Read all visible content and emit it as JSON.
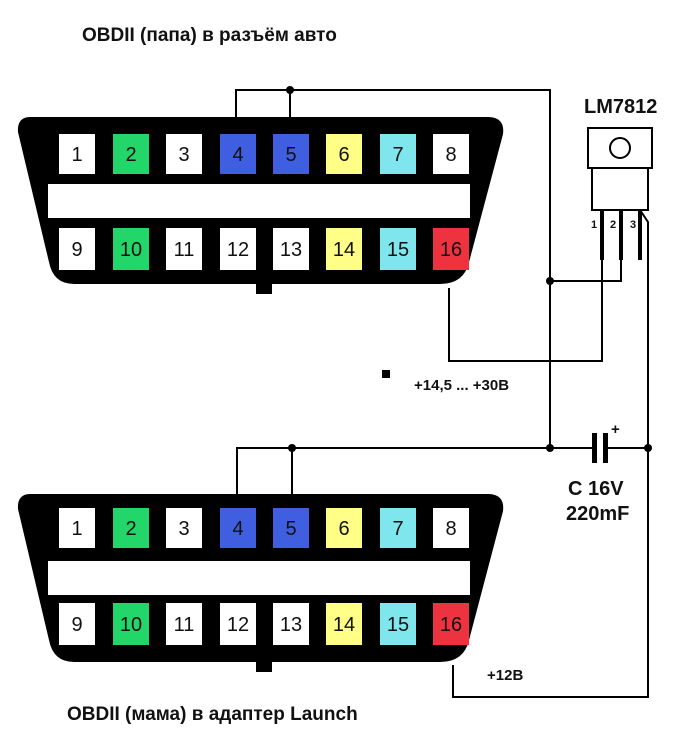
{
  "titles": {
    "top": "OBDII (папа) в разъём авто",
    "bottom": "OBDII (мама) в адаптер Launch"
  },
  "regulator": {
    "name": "LM7812",
    "pins": [
      "1",
      "2",
      "3"
    ]
  },
  "capacitor": {
    "line1": "C 16V",
    "line2": "220mF",
    "polarity": "+"
  },
  "voltages": {
    "input": "+14,5 ... +30В",
    "output": "+12В"
  },
  "connectors": {
    "top_pins": [
      "1",
      "2",
      "3",
      "4",
      "5",
      "6",
      "7",
      "8",
      "9",
      "10",
      "11",
      "12",
      "13",
      "14",
      "15",
      "16"
    ],
    "bottom_pins": [
      "1",
      "2",
      "3",
      "4",
      "5",
      "6",
      "7",
      "8",
      "9",
      "10",
      "11",
      "12",
      "13",
      "14",
      "15",
      "16"
    ]
  },
  "colors": {
    "white": "#ffffff",
    "green": "#22d66a",
    "blue": "#3f5fe0",
    "yellow": "#ffff88",
    "cyan": "#7fe6ee",
    "red": "#ee3340",
    "body": "#000000"
  },
  "pin_colors": [
    "white",
    "green",
    "white",
    "blue",
    "blue",
    "yellow",
    "cyan",
    "white",
    "white",
    "green",
    "white",
    "white",
    "white",
    "yellow",
    "cyan",
    "red"
  ]
}
